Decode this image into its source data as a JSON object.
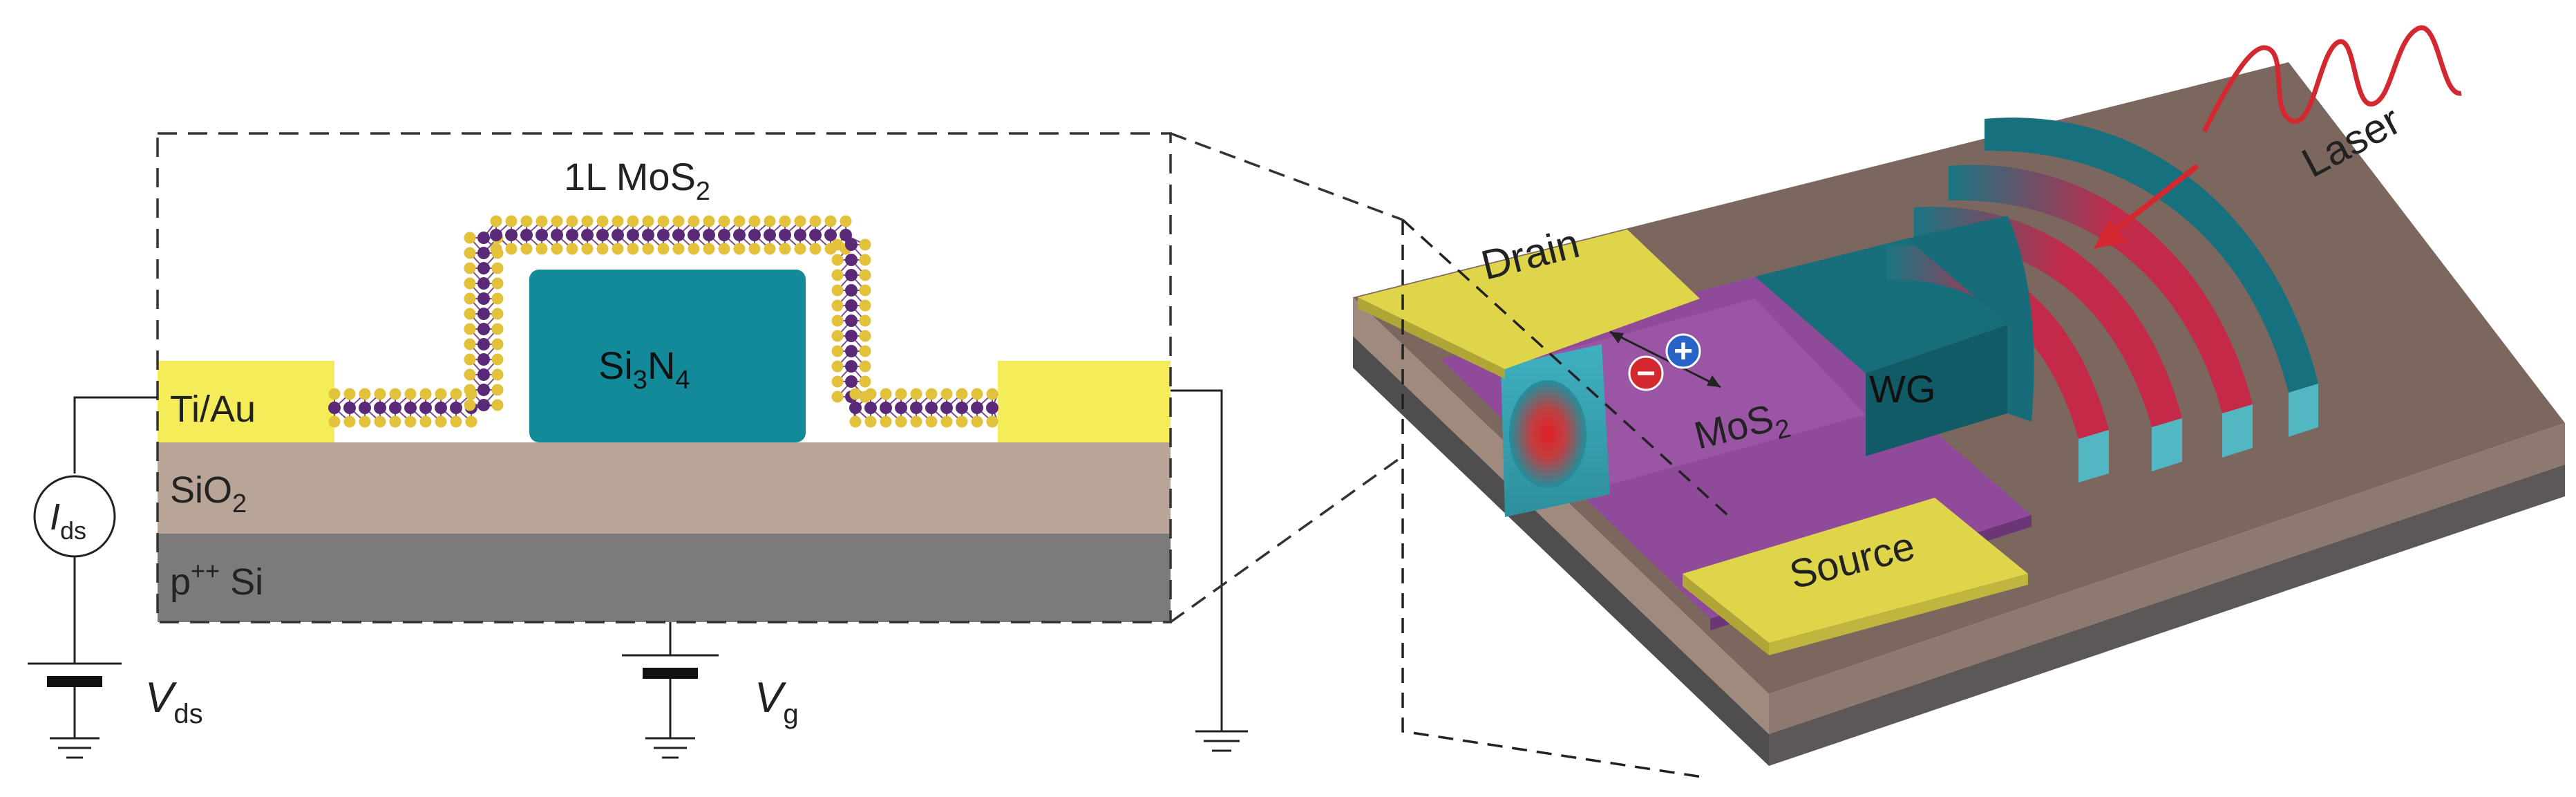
{
  "cross_section": {
    "title": {
      "main": "1L MoS",
      "sub": "2"
    },
    "contact_label": "Ti/Au",
    "waveguide_label": {
      "a": "Si",
      "a_sub": "3",
      "b": "N",
      "b_sub": "4"
    },
    "oxide_label": {
      "main": "SiO",
      "sub": "2"
    },
    "substrate_label": {
      "main": "p",
      "sup": "++",
      "rest": " Si"
    },
    "current_label": {
      "main": "I",
      "sub": "ds"
    },
    "vds_label": {
      "main": "V",
      "sub": "ds"
    },
    "vg_label": {
      "main": "V",
      "sub": "g"
    }
  },
  "device_3d": {
    "drain_label": "Drain",
    "source_label": "Source",
    "mos2_label": {
      "main": "MoS",
      "sub": "2"
    },
    "wg_label": "WG",
    "laser_label": "Laser",
    "electron_symbol": "−",
    "hole_symbol": "+"
  },
  "colors": {
    "gold_contact": "#f4e95a",
    "sin_waveguide": "#138a9a",
    "sio2": "#b8a598",
    "silicon": "#7d7a7a",
    "mos2_sulfur": "#e2c23a",
    "mos2_molybdenum": "#5a2a78",
    "mos2_flake": "#8f4b99",
    "substrate_top": "#7d6a60",
    "laser": "#d3282f",
    "electron": "#d3282f",
    "hole": "#2864c8"
  }
}
